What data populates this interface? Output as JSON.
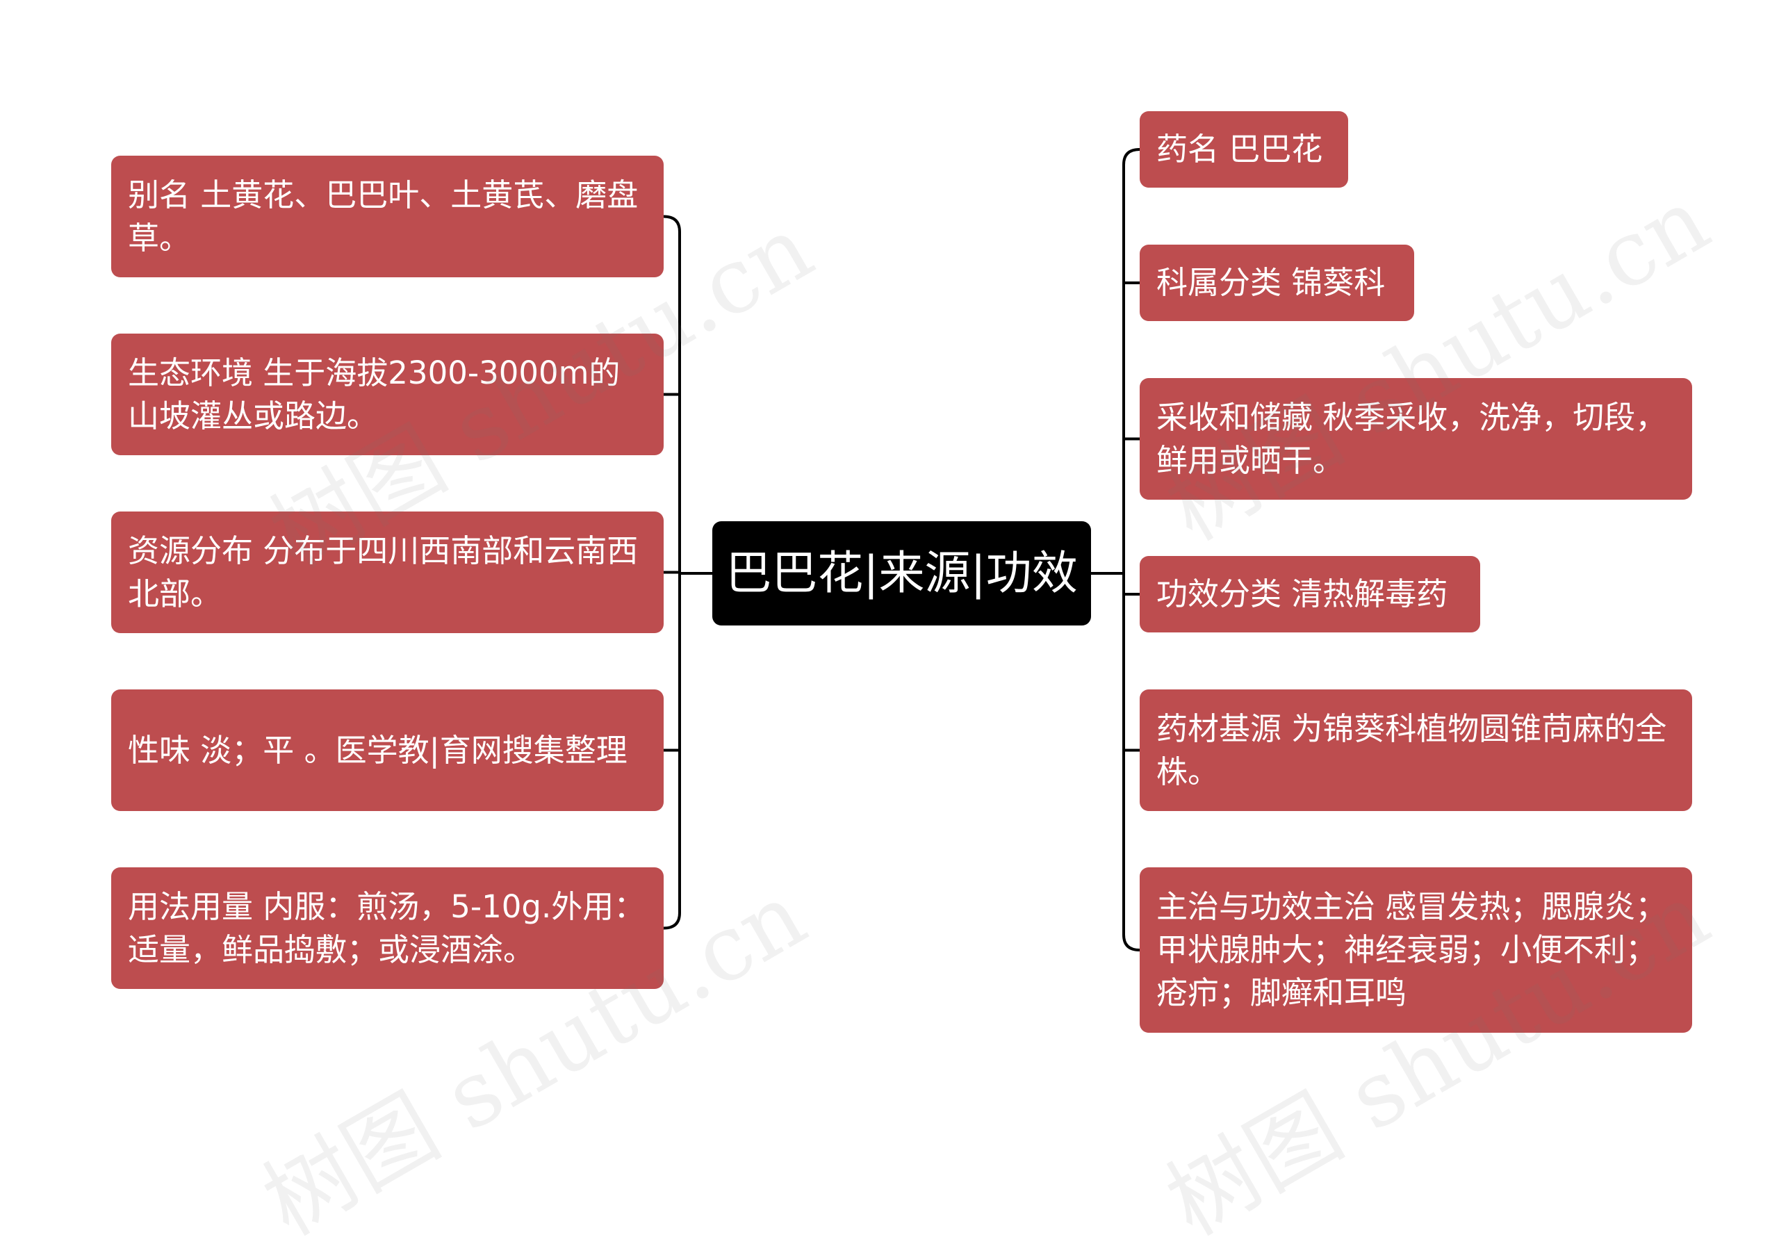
{
  "watermark": "树图 shutu.cn",
  "root": {
    "label": "巴巴花|来源|功效"
  },
  "left": [
    {
      "label": "别名 土黄花、巴巴叶、土黄芪、磨盘草。"
    },
    {
      "label": "生态环境 生于海拔2300-3000m的山坡灌丛或路边。"
    },
    {
      "label": "资源分布 分布于四川西南部和云南西北部。"
    },
    {
      "label": "性味 淡；平 。医学教|育网搜集整理"
    },
    {
      "label": "用法用量 内服：煎汤，5-10g.外用：适量，鲜品捣敷；或浸酒涂。"
    }
  ],
  "right": [
    {
      "label": "药名 巴巴花"
    },
    {
      "label": "科属分类 锦葵科"
    },
    {
      "label": "采收和储藏 秋季采收，洗净，切段，鲜用或晒干。"
    },
    {
      "label": "功效分类 清热解毒药"
    },
    {
      "label": "药材基源 为锦葵科植物圆锥苘麻的全株。"
    },
    {
      "label": "主治与功效主治 感冒发热；腮腺炎；甲状腺肿大；神经衰弱；小便不利；疮疖；脚癣和耳鸣"
    }
  ],
  "colors": {
    "node": "#bd4d4f",
    "root": "#000000",
    "line": "#000000"
  }
}
